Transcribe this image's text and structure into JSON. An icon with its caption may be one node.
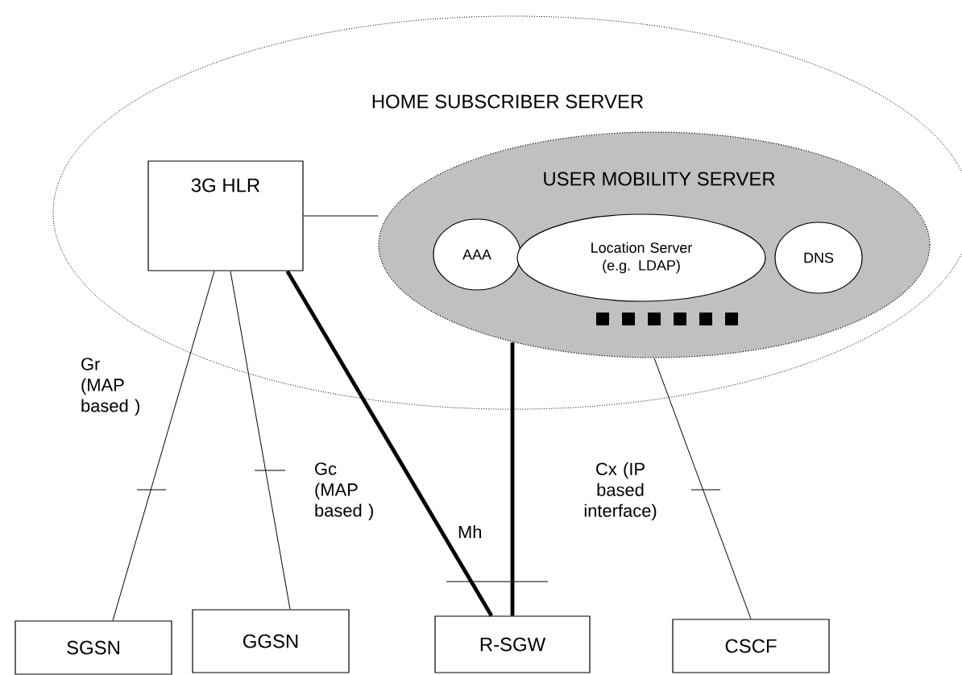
{
  "diagram": {
    "nodes": [
      {
        "text": [
          "HOME SUBSCRIBER SERVER"
        ]
      },
      {
        "text": [
          "3G HLR"
        ],
        "in": 0
      },
      {
        "text": [
          "USER MOBILITY SERVER"
        ],
        "in": 0
      },
      {
        "text": [
          "AAA"
        ],
        "in": 2
      },
      {
        "text": [
          "Location Server (e.g. LDAP)"
        ],
        "in": 2
      },
      {
        "text": [
          "DNS"
        ],
        "in": 2
      },
      {
        "text": [
          "SGSN"
        ]
      },
      {
        "text": [
          "GGSN"
        ]
      },
      {
        "text": [
          "R-SGW"
        ]
      },
      {
        "text": [
          "CSCF"
        ]
      }
    ],
    "edges": [
      {
        "from": 1,
        "to": 2,
        "arrow": "none"
      },
      {
        "from": 1,
        "to": 6,
        "arrow": "none",
        "label": "Gr (MAP based )"
      },
      {
        "from": 1,
        "to": 7,
        "arrow": "none",
        "label": "Gc (MAP based )"
      },
      {
        "from": 1,
        "to": 8,
        "arrow": "none",
        "style": "thick"
      },
      {
        "from": 2,
        "to": 8,
        "arrow": "none",
        "label": "Mh",
        "style": "thick"
      },
      {
        "from": 2,
        "to": 9,
        "arrow": "none",
        "label": "Cx (IP based interface)"
      }
    ]
  }
}
